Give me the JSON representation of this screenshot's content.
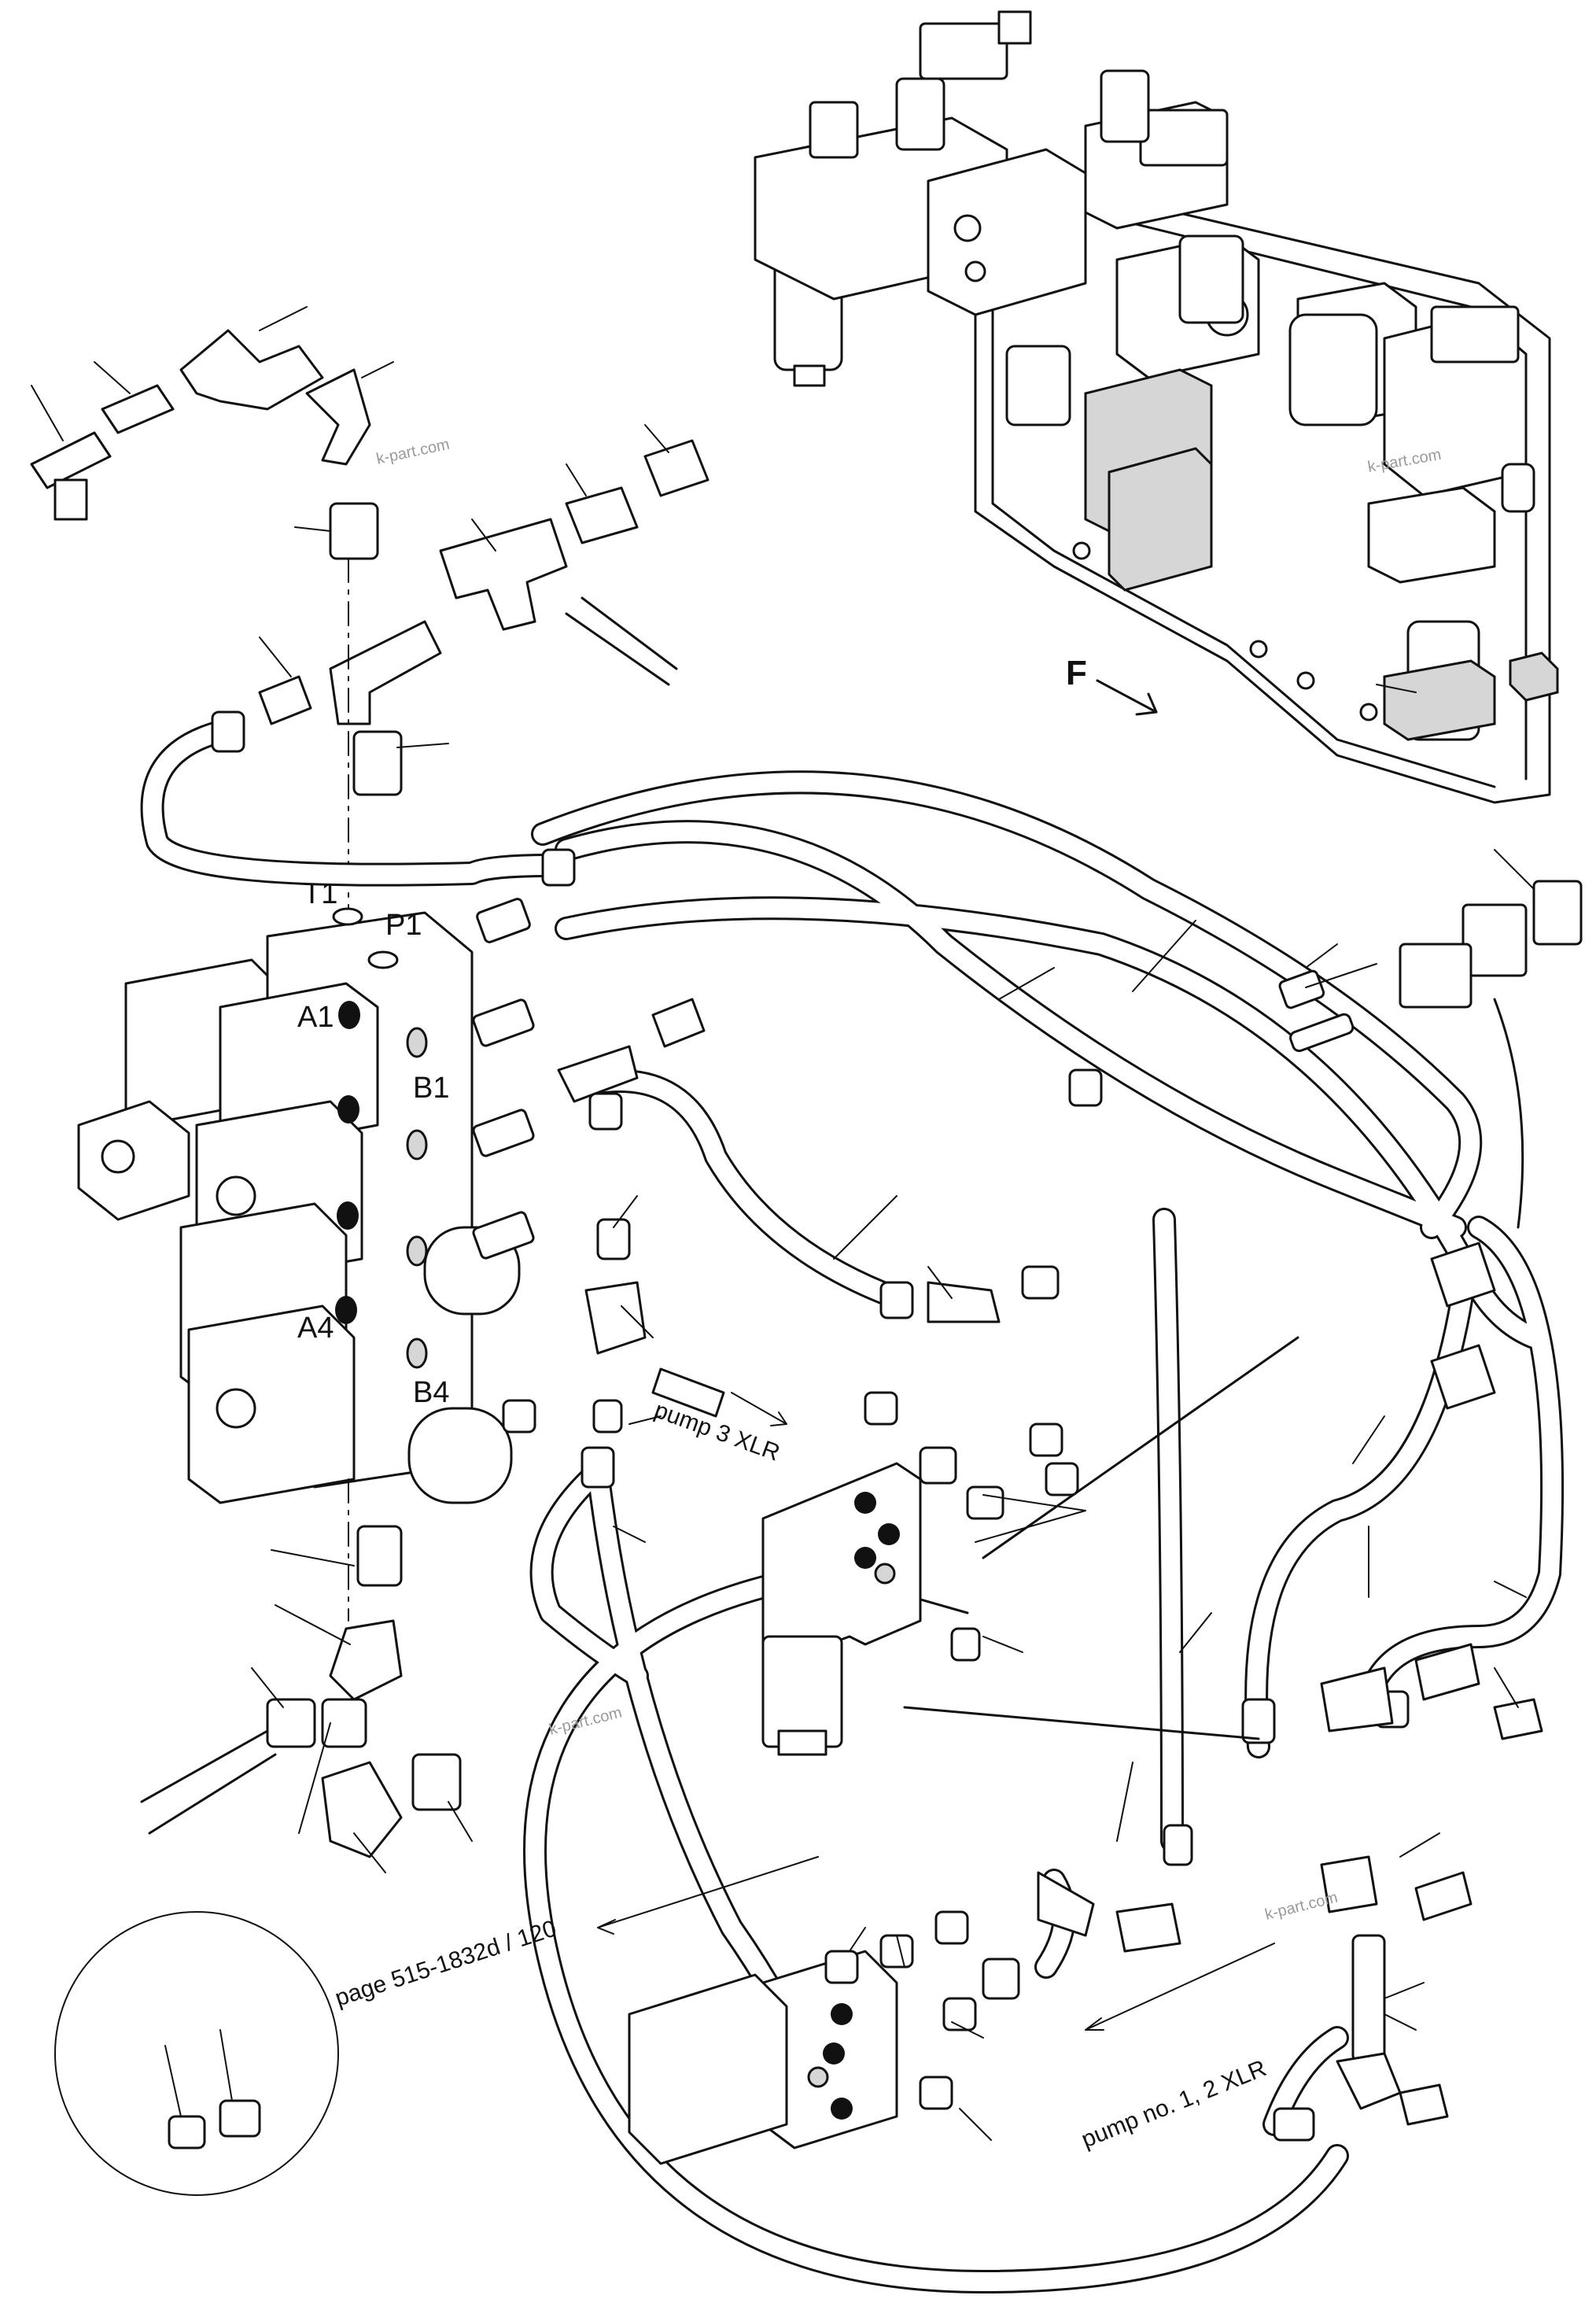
{
  "ports": {
    "t1": "T1",
    "p1": "P1",
    "a1": "A1",
    "b1": "B1",
    "a4": "A4",
    "b4": "B4"
  },
  "notes": {
    "pump3": "pump 3 XLR",
    "page_ref": "page 515-1832d / 120",
    "pump12": "pump no. 1, 2 XLR",
    "direction": "F"
  },
  "watermarks": {
    "wm1": "k-part.com",
    "wm2": "k-part.com",
    "wm3": "k-part.com",
    "wm4": "k-part.com"
  }
}
